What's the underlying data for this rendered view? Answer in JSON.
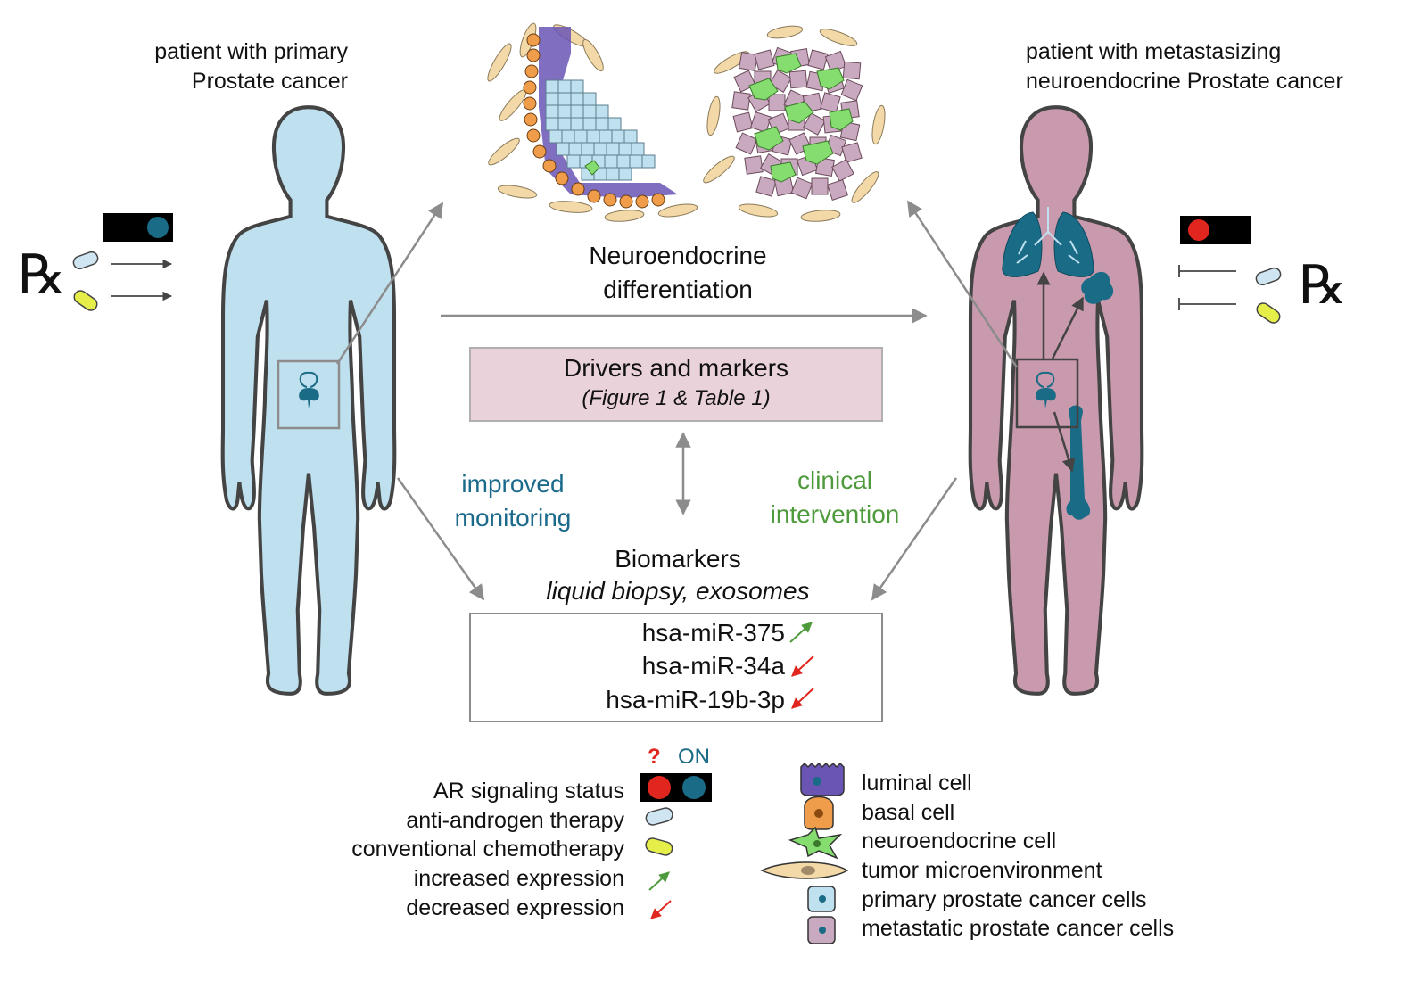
{
  "titles": {
    "left_line1": "patient with primary",
    "left_line2": "Prostate cancer",
    "right_line1": "patient with metastasizing",
    "right_line2": "neuroendocrine Prostate cancer"
  },
  "rx_symbol": "℞",
  "center": {
    "neuro_line1": "Neuroendocrine",
    "neuro_line2": "differentiation",
    "drivers_title": "Drivers and markers",
    "drivers_sub": "(Figure 1 & Table 1)",
    "improved_line1": "improved",
    "improved_line2": "monitoring",
    "clinical_line1": "clinical",
    "clinical_line2": "intervention",
    "biomarkers_title": "Biomarkers",
    "biomarkers_sub": "liquid biopsy, exosomes",
    "mirnas": [
      {
        "name": "hsa-miR-375",
        "trend": "up"
      },
      {
        "name": "hsa-miR-34a",
        "trend": "down"
      },
      {
        "name": "hsa-miR-19b-3p",
        "trend": "down"
      }
    ]
  },
  "legend": {
    "question": "?",
    "on": "ON",
    "ar_status": "AR signaling status",
    "anti_androgen": "anti-androgen therapy",
    "chemo": "conventional chemotherapy",
    "increased": "increased expression",
    "decreased": "decreased expression",
    "cells": {
      "luminal": "luminal cell",
      "basal": "basal cell",
      "neuro": "neuroendocrine cell",
      "tme": "tumor microenvironment",
      "primary": "primary prostate cancer cells",
      "metastatic": "metastatic prostate cancer cells"
    }
  },
  "colors": {
    "body_left": "#bfe0ee",
    "body_right": "#c99aad",
    "outline": "#444444",
    "teal": "#1a6b86",
    "green_text": "#4e9a3c",
    "blue_text": "#1b6a8c",
    "red": "#e0261e",
    "drivers_box": "#ead2da",
    "pill_blue": "#cfe5f2",
    "pill_yellow": "#e6ef4a",
    "tme": "#f3d9a7",
    "luminal": "#6a55b5",
    "basal": "#ef9d4a",
    "neuro": "#86dd6f",
    "primary_cell": "#bfe0ee",
    "metastatic_cell": "#c9a9bf"
  }
}
